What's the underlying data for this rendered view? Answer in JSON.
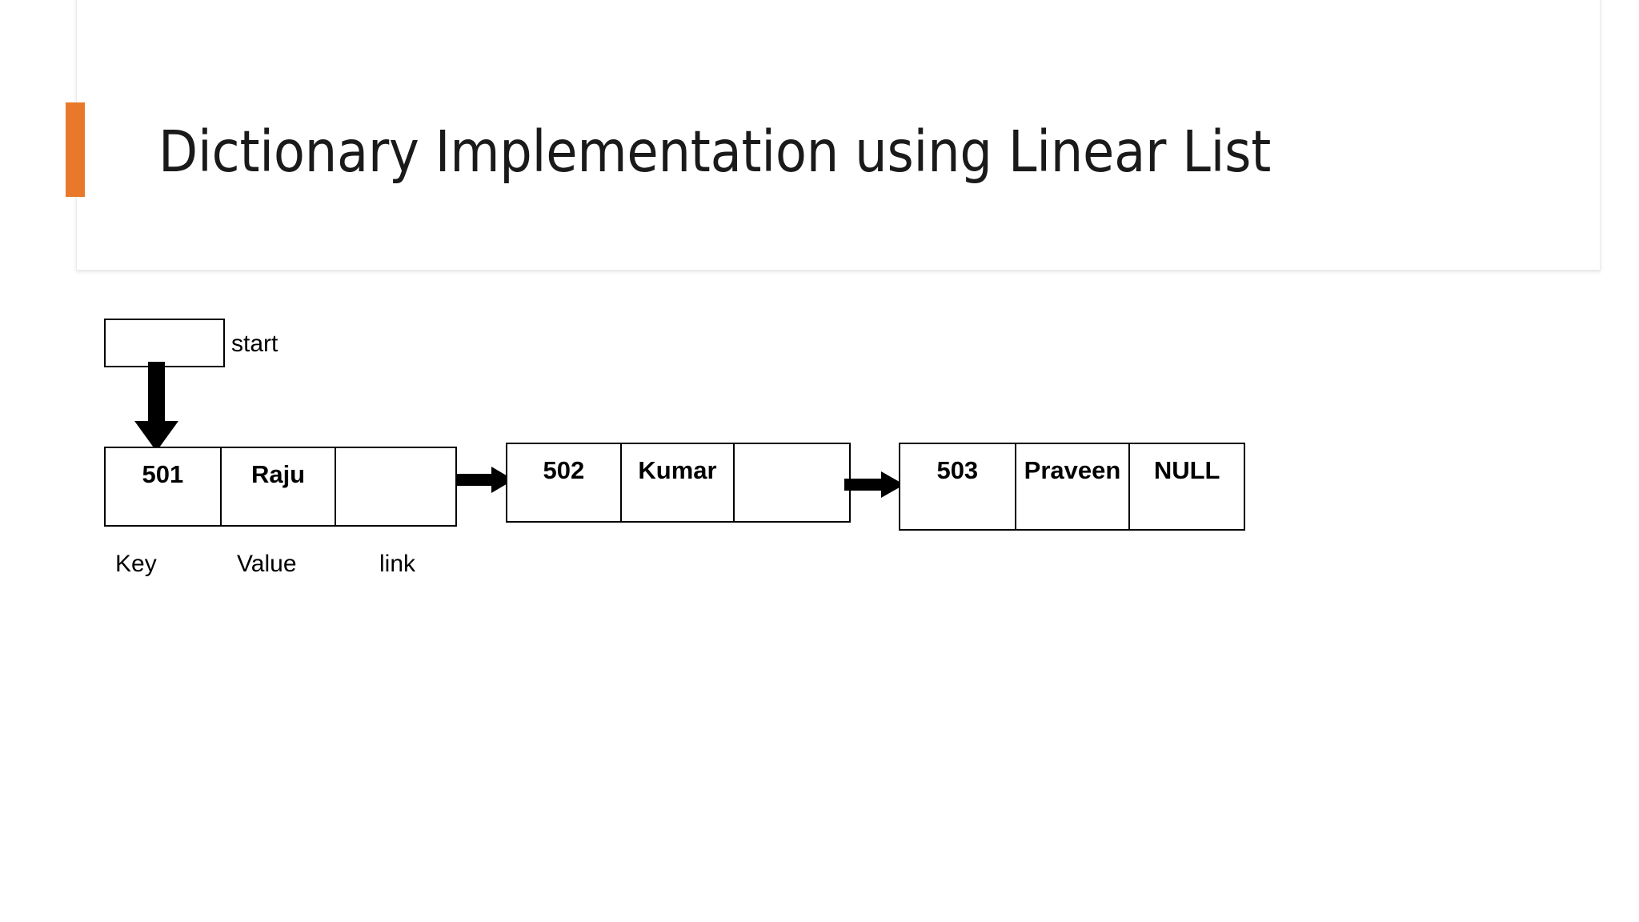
{
  "slide": {
    "title": "Dictionary Implementation using Linear List",
    "accent_color": "#E8792B",
    "background_color": "#FFFFFF"
  },
  "diagram": {
    "type": "linked-list",
    "start_pointer": {
      "label": "start",
      "box_value": ""
    },
    "field_labels": {
      "key": "Key",
      "value": "Value",
      "link": "link"
    },
    "nodes": [
      {
        "key": "501",
        "value": "Raju",
        "link": ""
      },
      {
        "key": "502",
        "value": "Kumar",
        "link": ""
      },
      {
        "key": "503",
        "value": "Praveen",
        "link": "NULL"
      }
    ],
    "arrow_color": "#000000",
    "border_color": "#000000"
  }
}
